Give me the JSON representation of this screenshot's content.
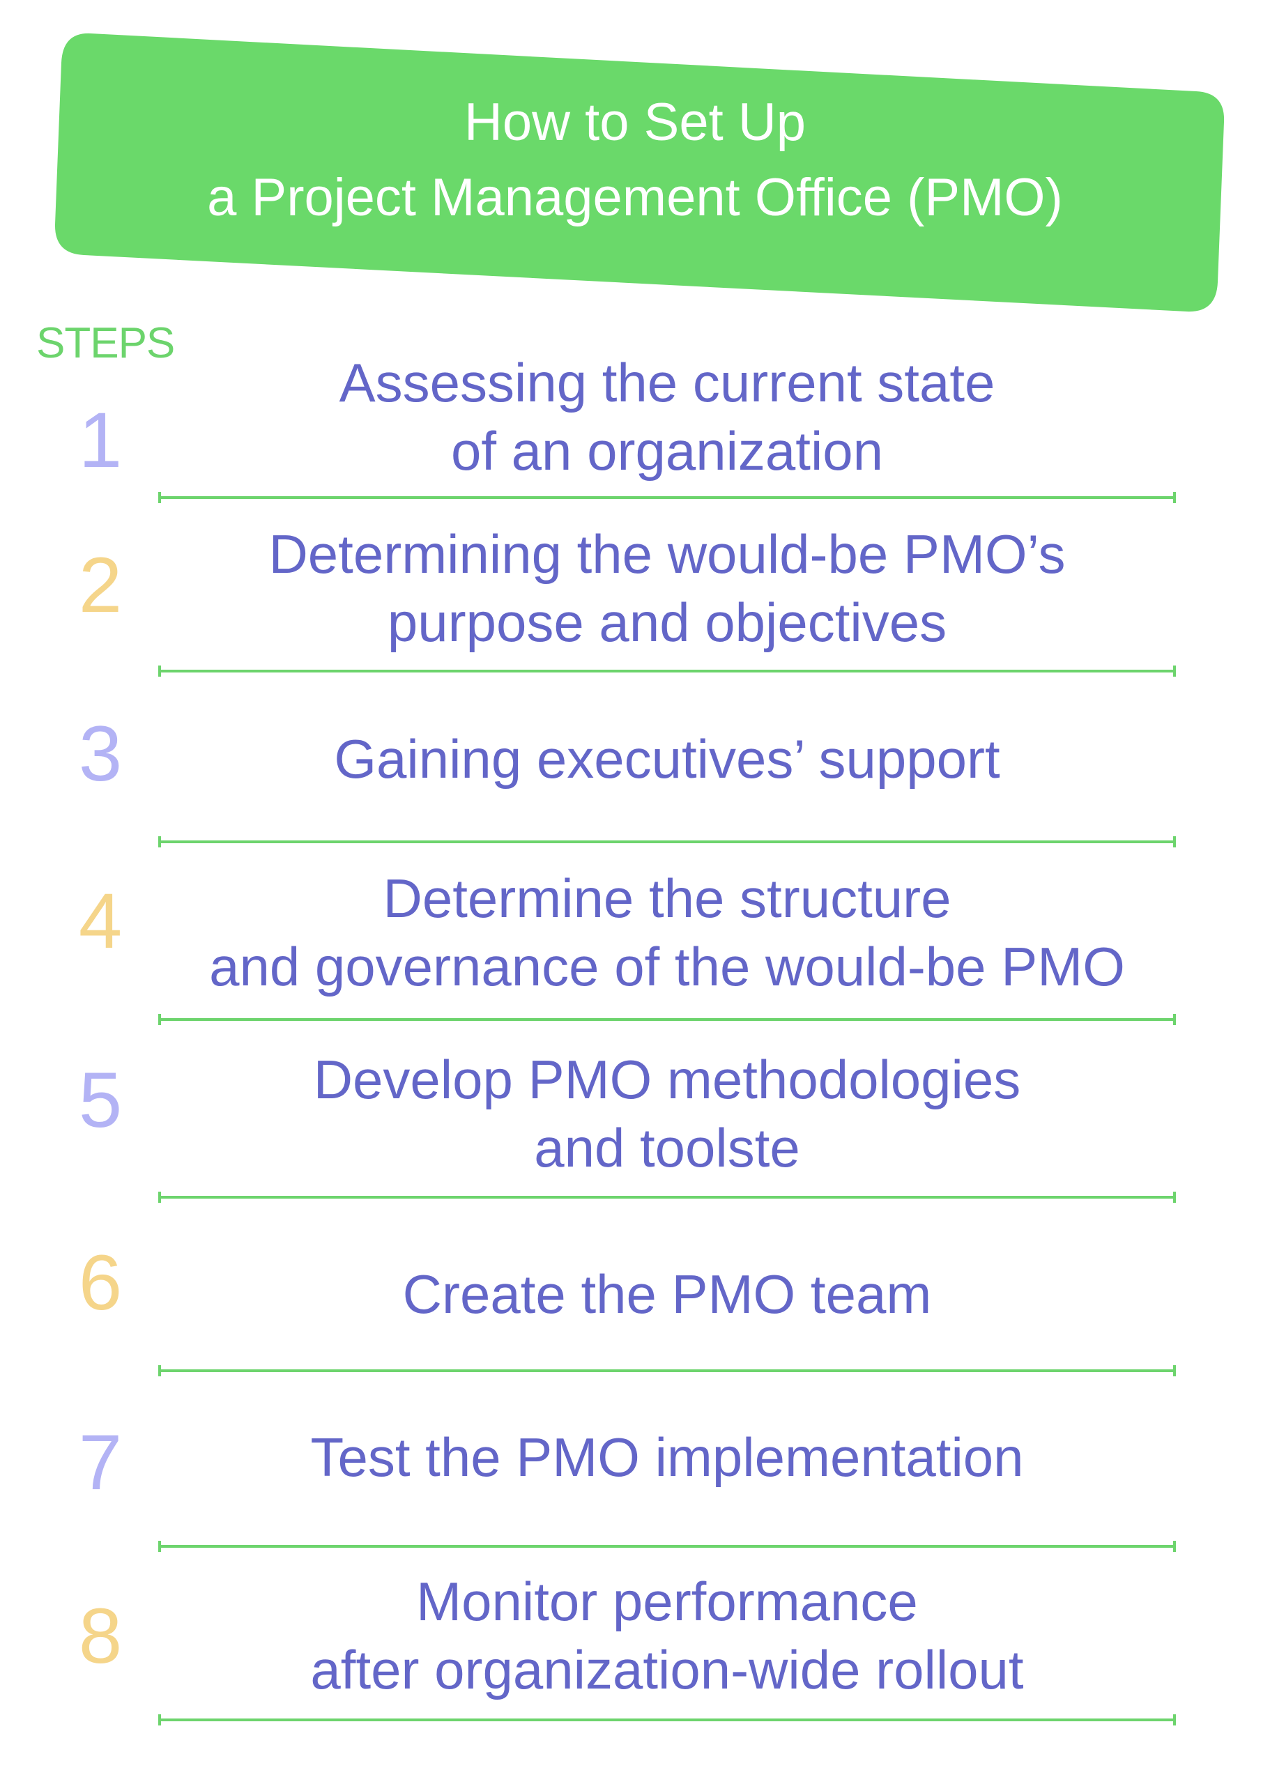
{
  "header": {
    "title_line1": "How to Set Up",
    "title_line2": "a Project Management Office (PMO)",
    "banner_color": "#6ad96a"
  },
  "steps_label": "STEPS",
  "colors": {
    "text": "#6363c8",
    "num_purple": "#b3b3f5",
    "num_yellow": "#f5d58a",
    "divider": "#6dd46d"
  },
  "steps": [
    {
      "number": "1",
      "lines": [
        "Assessing the current state",
        "of an organization"
      ]
    },
    {
      "number": "2",
      "lines": [
        "Determining the would-be PMO’s",
        "purpose and objectives"
      ]
    },
    {
      "number": "3",
      "lines": [
        "Gaining executives’ support"
      ]
    },
    {
      "number": "4",
      "lines": [
        "Determine the structure",
        "and governance of the would-be PMO"
      ]
    },
    {
      "number": "5",
      "lines": [
        "Develop PMO methodologies",
        "and toolste"
      ]
    },
    {
      "number": "6",
      "lines": [
        "Create the PMO team"
      ]
    },
    {
      "number": "7",
      "lines": [
        "Test the PMO implementation"
      ]
    },
    {
      "number": "8",
      "lines": [
        "Monitor performance",
        "after organization-wide rollout"
      ]
    }
  ]
}
